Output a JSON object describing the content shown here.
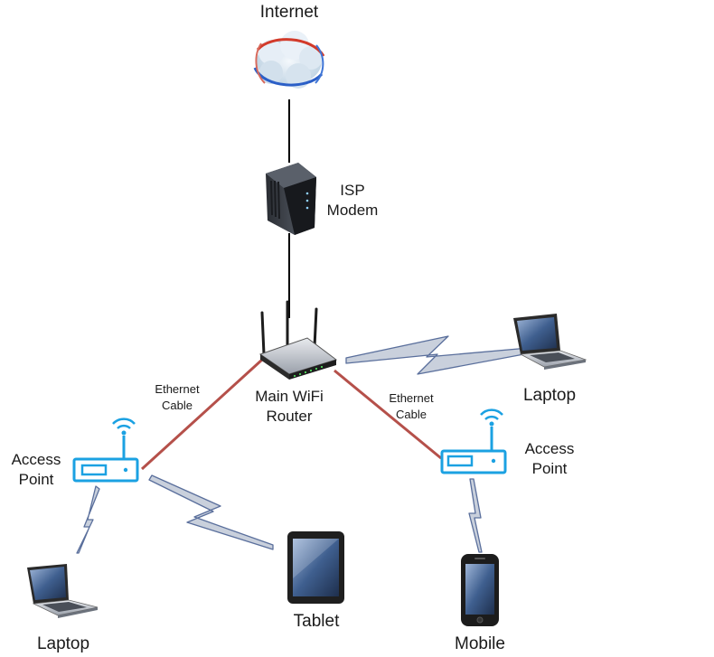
{
  "nodes": {
    "internet": {
      "label": "Internet",
      "icon": "cloud-globe-icon"
    },
    "modem": {
      "label_line1": "ISP",
      "label_line2": "Modem",
      "icon": "modem-icon"
    },
    "router": {
      "label_line1": "Main WiFi",
      "label_line2": "Router",
      "icon": "wifi-router-icon"
    },
    "ap_left": {
      "label_line1": "Access",
      "label_line2": "Point",
      "icon": "access-point-icon"
    },
    "ap_right": {
      "label_line1": "Access",
      "label_line2": "Point",
      "icon": "access-point-icon"
    },
    "laptop_right": {
      "label": "Laptop",
      "icon": "laptop-icon"
    },
    "laptop_left": {
      "label": "Laptop",
      "icon": "laptop-icon"
    },
    "tablet": {
      "label": "Tablet",
      "icon": "tablet-icon"
    },
    "mobile": {
      "label": "Mobile",
      "icon": "mobile-phone-icon"
    }
  },
  "edges": {
    "left_cable": {
      "label_line1": "Ethernet",
      "label_line2": "Cable"
    },
    "right_cable": {
      "label_line1": "Ethernet",
      "label_line2": "Cable"
    }
  },
  "colors": {
    "wired_link": "#000000",
    "ethernet_cable": "#b5504a",
    "wireless_link_fill": "#c9d0dc",
    "wireless_link_stroke": "#5a6f9c",
    "access_point": "#1ba1e2"
  }
}
